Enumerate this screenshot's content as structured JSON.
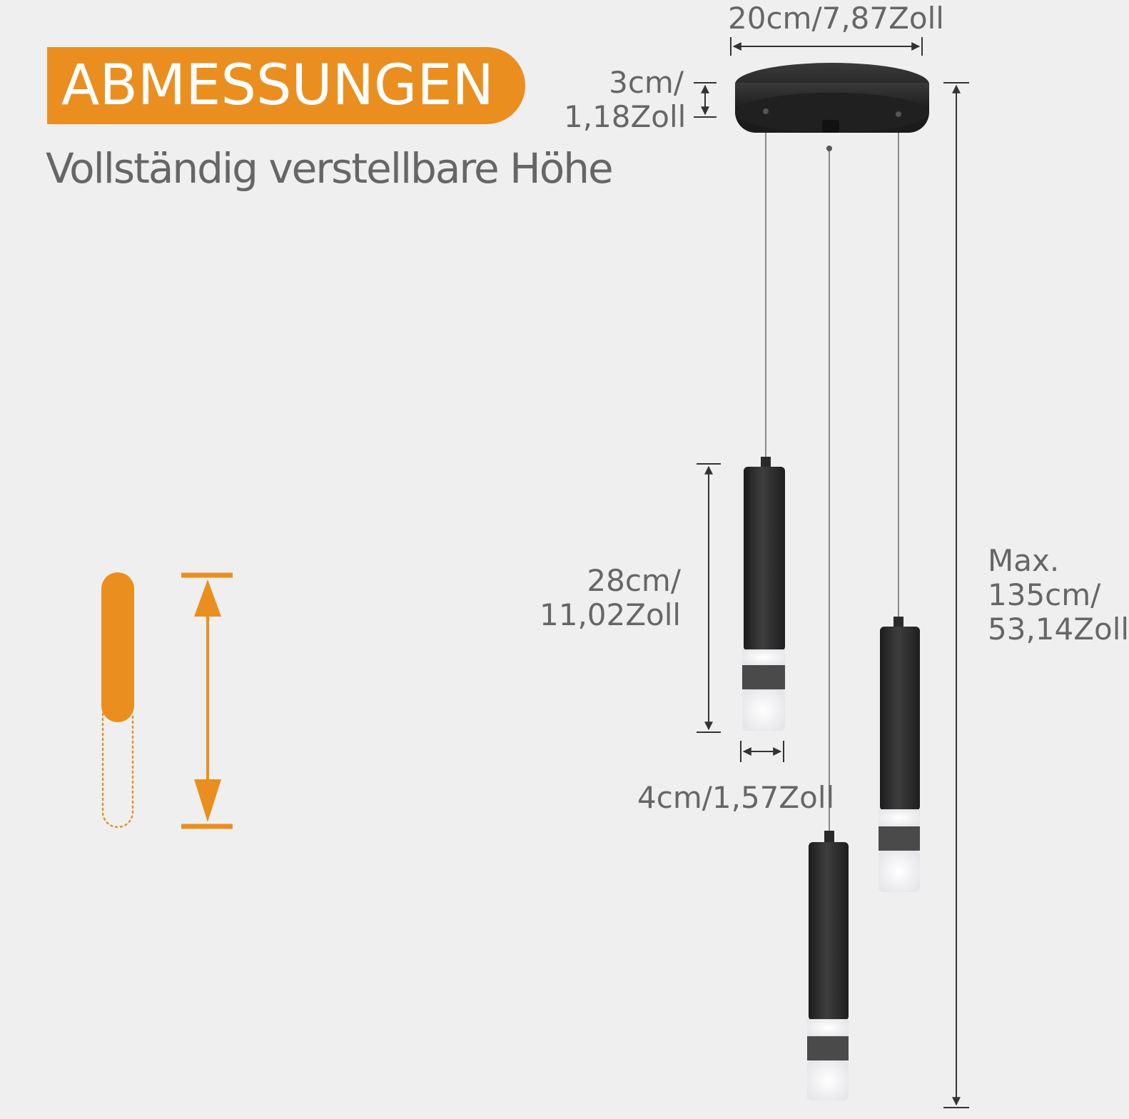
{
  "header": {
    "title": "ABMESSUNGEN",
    "subtitle": "Vollständig verstellbare Höhe"
  },
  "dimensions": {
    "canopy_width": "20cm/7,87Zoll",
    "canopy_height_line1": "3cm/",
    "canopy_height_line2": "1,18Zoll",
    "tube_length_line1": "28cm/",
    "tube_length_line2": "11,02Zoll",
    "tube_diameter": "4cm/1,57Zoll",
    "max_height_line1": "Max.",
    "max_height_line2": "135cm/",
    "max_height_line3": "53,14Zoll"
  },
  "colors": {
    "accent": "#ea8f1f",
    "text": "#666666",
    "background": "#efefef",
    "fixture": "#2b2b2b"
  }
}
